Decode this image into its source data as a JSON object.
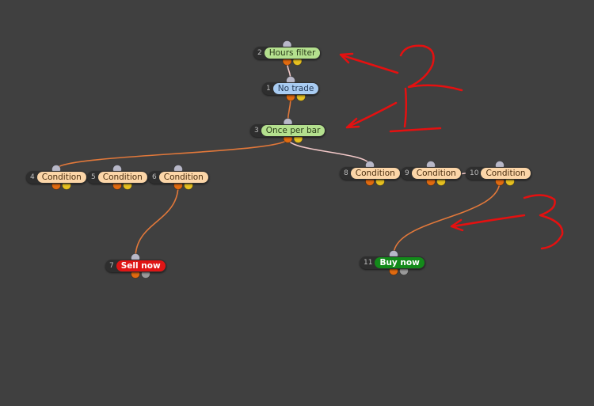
{
  "colors": {
    "background": "#404040",
    "edge_primary": "#e2783a",
    "edge_highlight": "#f2c8c8",
    "port_input": "#b8b8c8",
    "port_true": "#e06a10",
    "port_false": "#e6c020",
    "port_grey": "#9a9a9a",
    "annotation": "#e51010"
  },
  "nodes": [
    {
      "id": "n2",
      "number": "2",
      "label": "Hours filter",
      "kind": "filter"
    },
    {
      "id": "n1",
      "number": "1",
      "label": "No trade",
      "kind": "notrade"
    },
    {
      "id": "n3",
      "number": "3",
      "label": "Once per bar",
      "kind": "filter"
    },
    {
      "id": "n4",
      "number": "4",
      "label": "Condition",
      "kind": "condition"
    },
    {
      "id": "n5",
      "number": "5",
      "label": "Condition",
      "kind": "condition"
    },
    {
      "id": "n6",
      "number": "6",
      "label": "Condition",
      "kind": "condition"
    },
    {
      "id": "n7",
      "number": "7",
      "label": "Sell now",
      "kind": "sell"
    },
    {
      "id": "n8",
      "number": "8",
      "label": "Condition",
      "kind": "condition"
    },
    {
      "id": "n9",
      "number": "9",
      "label": "Condition",
      "kind": "condition"
    },
    {
      "id": "n10",
      "number": "10",
      "label": "Condition",
      "kind": "condition"
    },
    {
      "id": "n11",
      "number": "11",
      "label": "Buy now",
      "kind": "buy"
    }
  ],
  "edges": [
    {
      "from": "n2",
      "to": "n1",
      "style": "highlight"
    },
    {
      "from": "n1",
      "to": "n3",
      "style": "primary"
    },
    {
      "from": "n3",
      "to": "n4",
      "style": "primary"
    },
    {
      "from": "n3",
      "to": "n8",
      "style": "highlight"
    },
    {
      "from": "n4",
      "to": "n5",
      "style": "highlight"
    },
    {
      "from": "n5",
      "to": "n6",
      "style": "highlight"
    },
    {
      "from": "n6",
      "to": "n7",
      "style": "primary"
    },
    {
      "from": "n8",
      "to": "n9",
      "style": "highlight"
    },
    {
      "from": "n9",
      "to": "n10",
      "style": "highlight"
    },
    {
      "from": "n10",
      "to": "n11",
      "style": "primary"
    }
  ],
  "annotations": [
    {
      "id": "a2",
      "text": "2"
    },
    {
      "id": "a1",
      "text": "1"
    },
    {
      "id": "a3",
      "text": "3"
    }
  ]
}
